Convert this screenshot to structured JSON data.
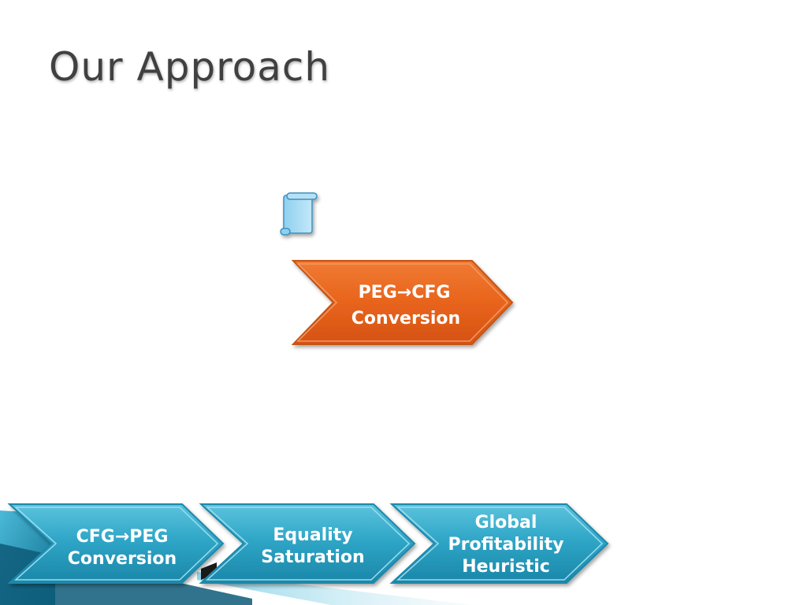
{
  "slide": {
    "title": "Our Approach"
  },
  "document_icon": {
    "icon": "scroll-document-icon"
  },
  "highlight_step": {
    "lines": [
      "PEG→CFG",
      "Conversion"
    ],
    "color": "#e8641c"
  },
  "pipeline": {
    "color": "#33a6c6",
    "steps": [
      {
        "lines": [
          "CFG→PEG",
          "Conversion"
        ]
      },
      {
        "lines": [
          "Equality",
          "Saturation"
        ]
      },
      {
        "lines": [
          "Global",
          "Profitability",
          "Heuristic"
        ]
      }
    ]
  }
}
